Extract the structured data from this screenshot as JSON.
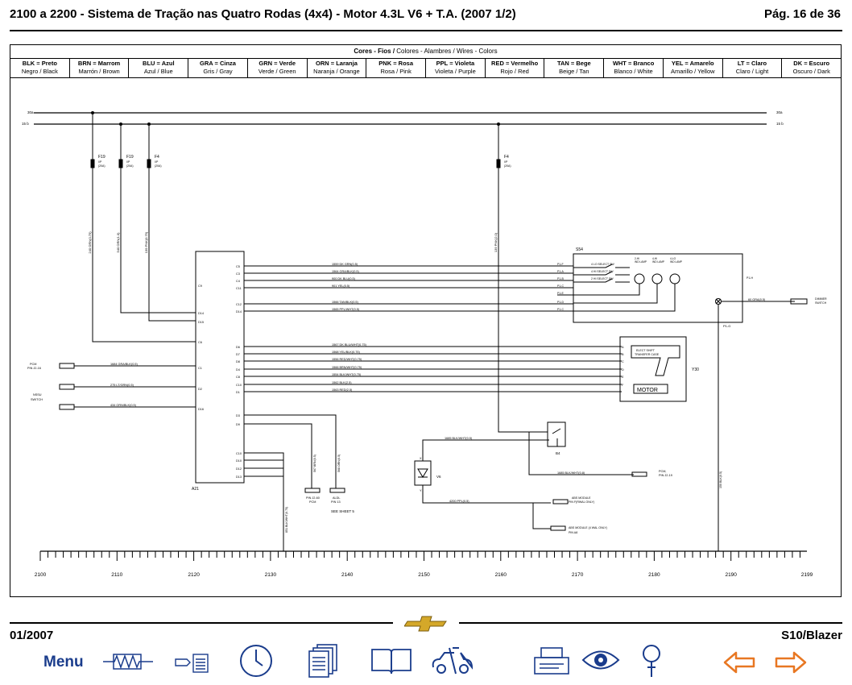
{
  "header": {
    "title": "2100 a 2200 - Sistema de Tração nas Quatro Rodas (4x4) - Motor 4.3L V6 + T.A. (2007 1/2)",
    "page": "Pág. 16 de 36"
  },
  "legend": {
    "heading_bold": "Cores - Fios /",
    "heading_rest": " Colores - Alambres / Wires - Colors",
    "colors": [
      {
        "code": "BLK = Preto",
        "names": "Negro / Black"
      },
      {
        "code": "BRN = Marrom",
        "names": "Marrón / Brown"
      },
      {
        "code": "BLU = Azul",
        "names": "Azul / Blue"
      },
      {
        "code": "GRA = Cinza",
        "names": "Gris / Gray"
      },
      {
        "code": "GRN = Verde",
        "names": "Verde / Green"
      },
      {
        "code": "ORN = Laranja",
        "names": "Naranja / Orange"
      },
      {
        "code": "PNK = Rosa",
        "names": "Rosa / Pink"
      },
      {
        "code": "PPL = Violeta",
        "names": "Violeta / Purple"
      },
      {
        "code": "RED = Vermelho",
        "names": "Rojo / Red"
      },
      {
        "code": "TAN = Bege",
        "names": "Beige / Tan"
      },
      {
        "code": "WHT = Branco",
        "names": "Blanco / White"
      },
      {
        "code": "YEL = Amarelo",
        "names": "Amarillo / Yellow"
      },
      {
        "code": "LT = Claro",
        "names": "Claro / Light"
      },
      {
        "code": "DK = Escuro",
        "names": "Oscuro / Dark"
      }
    ]
  },
  "diagram": {
    "bus_30a": "30a",
    "bus_15b": "15  b",
    "fuses": [
      {
        "name": "F19",
        "rating": "(20A)"
      },
      {
        "name": "F19",
        "rating": "(20A)"
      },
      {
        "name": "F4",
        "rating": "(20A)"
      },
      {
        "name": "F4",
        "rating": "(20A)"
      }
    ],
    "fuse_sub": "I/P",
    "vertical_wires": [
      "240  ORN(0.75)",
      "540  ORN(1.0)",
      "139  PNK(0.75)",
      "139  PNK(2.0)"
    ],
    "module_a21": "A21",
    "a21_pins_left": [
      "C9",
      "D14",
      "D15",
      "C6",
      "C1",
      "D2",
      "D16"
    ],
    "a21_pins_right": [
      "C5",
      "C3",
      "C4",
      "C11",
      "C12",
      "D14",
      "D6",
      "D7",
      "D8",
      "D4",
      "C8",
      "C10",
      "D1",
      "D3",
      "D9",
      "C10",
      "D10",
      "D12",
      "D13"
    ],
    "wires_right": [
      "1559  DK GRN(0.5)",
      "1564  GRA/BLK(0.5)",
      "900  DK BLU(0.5)",
      "901  YEL(0.5)",
      "1566  TAN/BLK(0.5)",
      "1565  PPL/WHT(0.5)",
      "1567  DK BLU/WHT(0.75)",
      "1568  YEL/BLK(0.75)",
      "1556  RED/WHT(0.75)",
      "1566  BRN/WHT(0.75)",
      "1554  BLK/WHT(0.75)",
      "1562  BLK(2.5)",
      "1563  RED(2.5)"
    ],
    "wires_left": [
      "1684  GRA/BLK(0.5)",
      "275  LT/GRN(0.5)",
      "434  ORN/BLK(0.5)"
    ],
    "left_labels": {
      "pcm": "PCM",
      "pcm_pin": "PIN J2-16",
      "nssu": "NSSU",
      "switch": "SWITCH"
    },
    "s54": "S54",
    "s54_pins": [
      "P1-F",
      "P1-A",
      "P1-B",
      "P1-C",
      "P1-E",
      "P1-D",
      "P1-C"
    ],
    "select_sw": [
      "4 LO SELECT SW",
      "4 HI SELECT SW",
      "2 HI SELECT SW"
    ],
    "lamps": [
      "2-HI IND LAMP",
      "4-HI IND LAMP",
      "4-LO IND LAMP"
    ],
    "p1h": "P1-H",
    "p1g": "P1-G",
    "dimmer_wire": "60  GRA(0.5)",
    "dimmer": "DIMMER SWITCH",
    "y30": "Y30",
    "y30_pins": [
      "A",
      "B",
      "C",
      "D",
      "E",
      "F"
    ],
    "electshift": "ELECT SHIFT TRANSFER CASE",
    "motor": "MOTOR",
    "b4": "B4",
    "v6": "V6",
    "diode_x": "X",
    "diode_y": "Y",
    "wire_1685a": "1685  BLK/WHT(0.5)",
    "wire_1685b": "1685  BLK/WHT(0.8)",
    "wire_4200": "4200  PPL(0.5)",
    "pcm_j219": "PCM,",
    "pcm_j219_pin": "PIN J2-19",
    "abs_fwal": "ABS MODULE PIN F(RWAL ONLY)",
    "abs_4wal": "ABS MODULE (4 WAL ONLY) PIN A8",
    "pin_j260": "PIN J2-60 PCM",
    "aldl": "ALDL PIN 13",
    "see_sheet": "SEE SHEET 5",
    "wire_567": "567  BRN(0.5)",
    "wire_568": "568  ORN(0.5)",
    "wire_851": "851  BLK/WHT(0.75)",
    "wire_150": "150  BLK(0.5)",
    "ruler_labels": [
      "2100",
      "2110",
      "2120",
      "2130",
      "2140",
      "2150",
      "2160",
      "2170",
      "2180",
      "2190",
      "2199"
    ]
  },
  "footer": {
    "date": "01/2007",
    "model": "S10/Blazer",
    "menu": "Menu"
  },
  "colors": {
    "nav_blue": "#1a3c8c",
    "arrow_orange": "#e87722",
    "logo_gold": "#d4a829"
  }
}
